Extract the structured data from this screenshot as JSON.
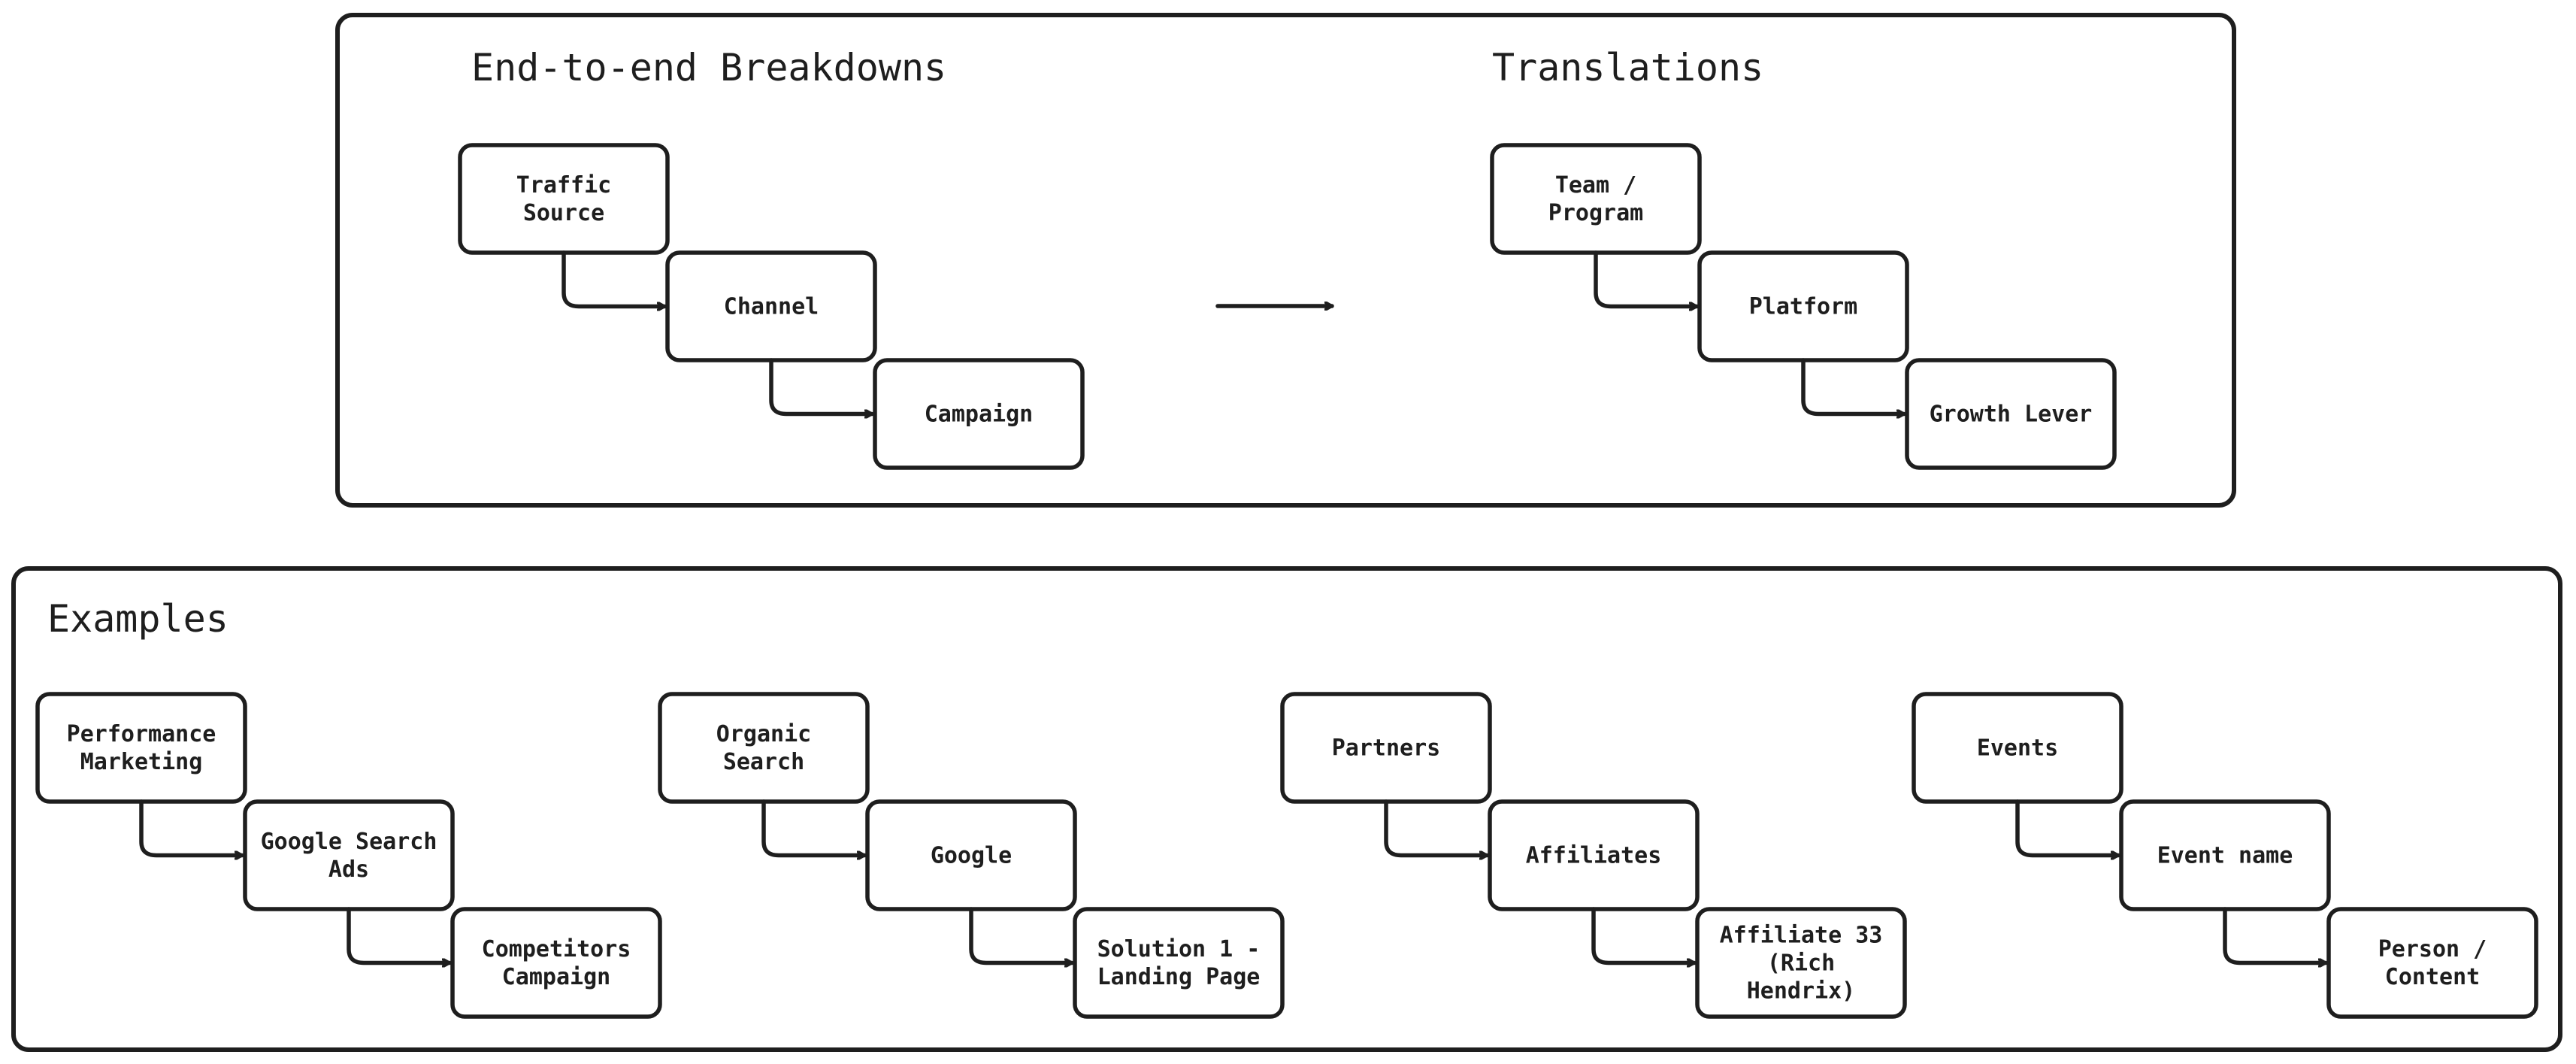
{
  "sections": {
    "breakdowns_title": "End-to-end Breakdowns",
    "translations_title": "Translations",
    "examples_title": "Examples"
  },
  "breakdown": [
    "Traffic\nSource",
    "Channel",
    "Campaign"
  ],
  "translation": [
    "Team /\nProgram",
    "Platform",
    "Growth Lever"
  ],
  "examples": [
    [
      "Performance\nMarketing",
      "Google Search\nAds",
      "Competitors\nCampaign"
    ],
    [
      "Organic\nSearch",
      "Google",
      "Solution 1 -\nLanding Page"
    ],
    [
      "Partners",
      "Affiliates",
      "Affiliate 33\n(Rich\nHendrix)"
    ],
    [
      "Events",
      "Event name",
      "Person /\nContent"
    ]
  ]
}
